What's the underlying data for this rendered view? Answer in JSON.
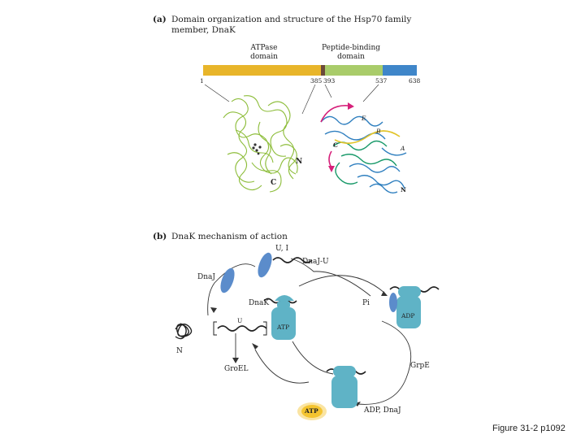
{
  "panel_a": {
    "label": "(a)",
    "title_line1": "Domain organization and structure of the Hsp70 family",
    "title_line2": "member, DnaK",
    "atpase_line1": "ATPase",
    "atpase_line2": "domain",
    "peptide_line1": "Peptide-binding",
    "peptide_line2": "domain",
    "ticks": [
      "1",
      "385",
      "393",
      "537",
      "638"
    ],
    "struct_labels": {
      "n_left": "N",
      "c_left": "C",
      "c_right": "C",
      "n_right": "N",
      "alpha_b": "B",
      "alpha_a": "A",
      "alpha_e": "E"
    },
    "colors": {
      "atpase": "#e8b52a",
      "linker": "#6b4a3a",
      "peptide": "#a9cc6a",
      "cterm": "#3f86c9",
      "arrow": "#d6207a"
    }
  },
  "panel_b": {
    "label": "(b)",
    "title": "DnaK mechanism of action",
    "labels": {
      "u_i": "U, I",
      "dnaj_u": "DnaJ-U",
      "dnaj": "DnaJ",
      "dnak": "DnaK",
      "pi": "Pi",
      "adp_box": "ADP",
      "atp_box": "ATP",
      "grpe": "GrpE",
      "adp_dnaj": "ADP, DnaJ",
      "atp_bubble": "ATP",
      "groel": "GroEL",
      "n": "N",
      "bracket_u": "U"
    },
    "colors": {
      "protein": "#5fb3c6",
      "dnaj": "#5b8ccb",
      "atp_glow": "#f4c430"
    }
  },
  "caption": "Figure 31-2 p1092"
}
